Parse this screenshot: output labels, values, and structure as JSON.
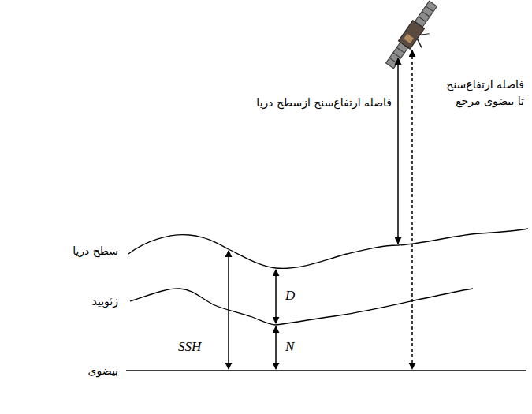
{
  "diagram": {
    "labels": [
      "فاصله ارتفاع‌سنج تا بیضوی مرجع",
      "فاصله ارتفاع‌سنج ازسطح دریا",
      "سطح دریا",
      "D",
      "ژئویید",
      "SSH",
      "N",
      "بیضوی"
    ]
  }
}
